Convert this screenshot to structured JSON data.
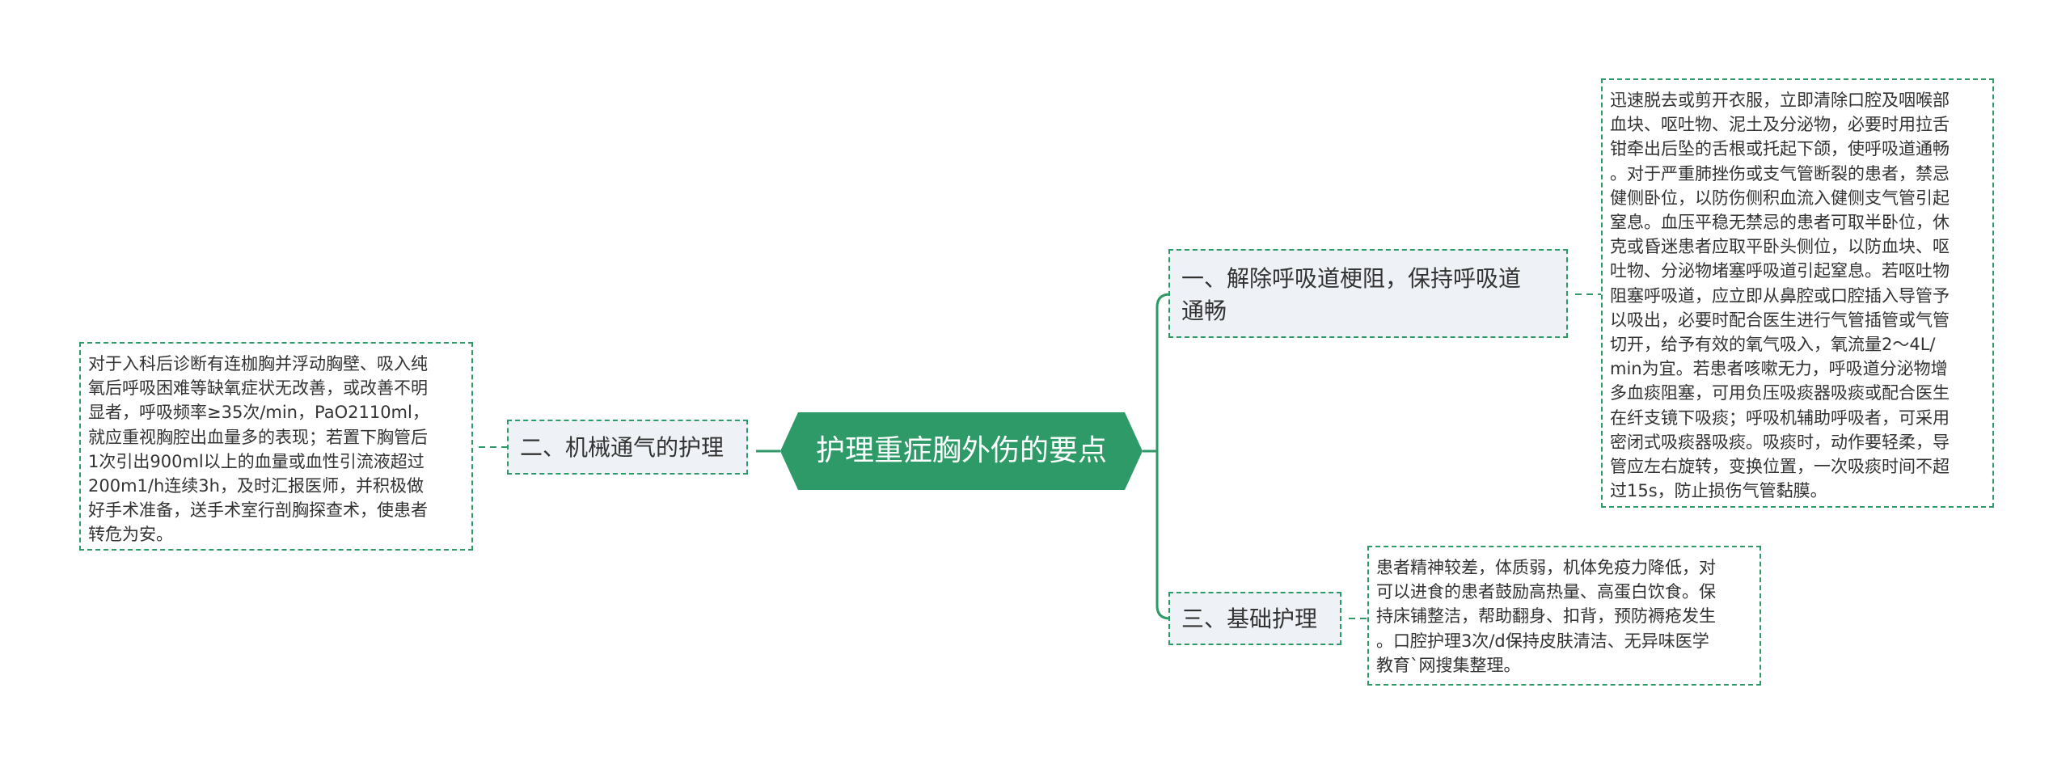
{
  "colors": {
    "accent": "#2e9a68",
    "branch_fill": "#eef2f6",
    "leaf_fill": "#ffffff",
    "text": "#333333"
  },
  "central": {
    "label": "护理重症胸外伤的要点"
  },
  "branches": {
    "airway": {
      "label_line1": "一、解除呼吸道梗阻，保持呼吸道",
      "label_line2": "通畅",
      "detail_lines": [
        "迅速脱去或剪开衣服，立即清除口腔及咽喉部",
        "血块、呕吐物、泥土及分泌物，必要时用拉舌",
        "钳牵出后坠的舌根或托起下颌，使呼吸道通畅",
        "。对于严重肺挫伤或支气管断裂的患者，禁忌",
        "健侧卧位，以防伤侧积血流入健侧支气管引起",
        "窒息。血压平稳无禁忌的患者可取半卧位，休",
        "克或昏迷患者应取平卧头侧位，以防血块、呕",
        "吐物、分泌物堵塞呼吸道引起窒息。若呕吐物",
        "阻塞呼吸道，应立即从鼻腔或口腔插入导管予",
        "以吸出，必要时配合医生进行气管插管或气管",
        "切开，给予有效的氧气吸入，氧流量2～4L/",
        "min为宜。若患者咳嗽无力，呼吸道分泌物增",
        "多血痰阻塞，可用负压吸痰器吸痰或配合医生",
        "在纤支镜下吸痰；呼吸机辅助呼吸者，可采用",
        "密闭式吸痰器吸痰。吸痰时，动作要轻柔，导",
        "管应左右旋转，变换位置，一次吸痰时间不超",
        "过15s，防止损伤气管黏膜。"
      ]
    },
    "basic": {
      "label": "三、基础护理",
      "detail_lines": [
        "患者精神较差，体质弱，机体免疫力降低，对",
        "可以进食的患者鼓励高热量、高蛋白饮食。保",
        "持床铺整洁，帮助翻身、扣背，预防褥疮发生",
        "。口腔护理3次/d保持皮肤清洁、无异味医学",
        "教育`网搜集整理。"
      ]
    },
    "ventilation": {
      "label": "二、机械通气的护理",
      "detail_lines": [
        "对于入科后诊断有连枷胸并浮动胸壁、吸入纯",
        "氧后呼吸困难等缺氧症状无改善，或改善不明",
        "显者，呼吸频率≥35次/min，PaO2110ml，",
        "就应重视胸腔出血量多的表现；若置下胸管后",
        "1次引出900ml以上的血量或血性引流液超过",
        "200m1/h连续3h，及时汇报医师，并积极做",
        "好手术准备，送手术室行剖胸探查术，使患者",
        "转危为安。"
      ]
    }
  }
}
